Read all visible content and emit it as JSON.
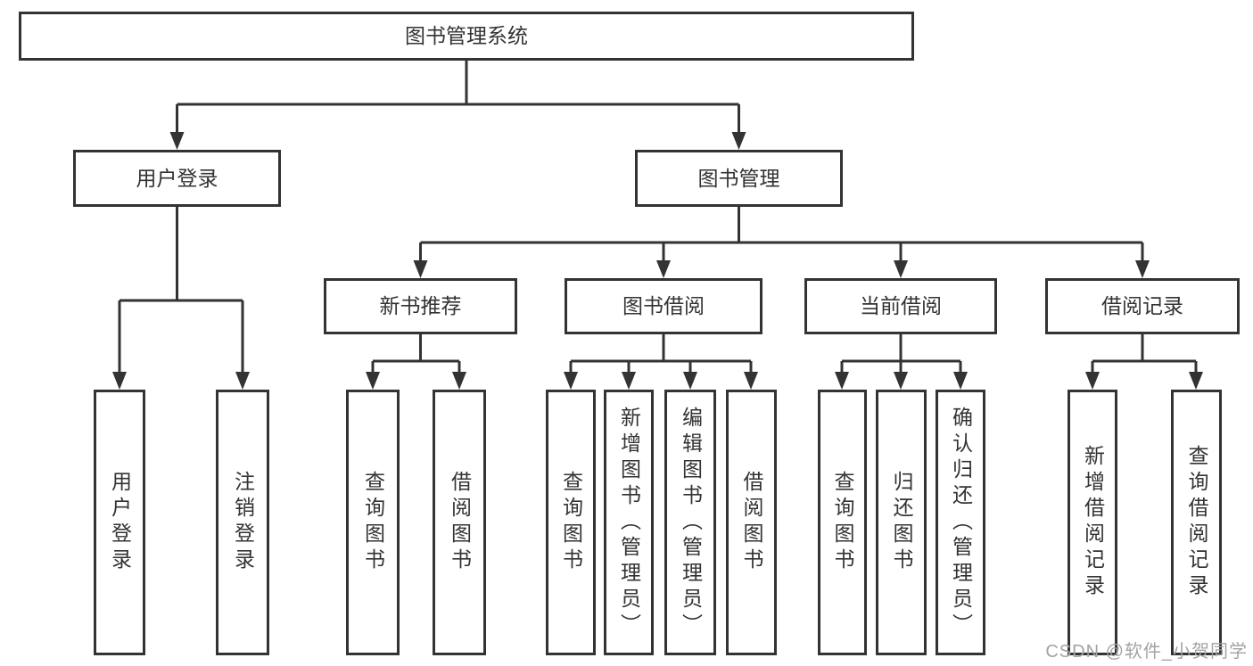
{
  "diagram": {
    "root": {
      "label": "图书管理系统"
    },
    "level2": [
      {
        "label": "用户登录",
        "children": [
          {
            "label": "用户登录"
          },
          {
            "label": "注销登录"
          }
        ]
      },
      {
        "label": "图书管理",
        "children": [
          {
            "label": "新书推荐",
            "children": [
              {
                "label": "查询图书"
              },
              {
                "label": "借阅图书"
              }
            ]
          },
          {
            "label": "图书借阅",
            "children": [
              {
                "label": "查询图书"
              },
              {
                "label": "新增图书（管理员）"
              },
              {
                "label": "编辑图书（管理员）"
              },
              {
                "label": "借阅图书"
              }
            ]
          },
          {
            "label": "当前借阅",
            "children": [
              {
                "label": "查询图书"
              },
              {
                "label": "归还图书"
              },
              {
                "label": "确认归还（管理员）"
              }
            ]
          },
          {
            "label": "借阅记录",
            "children": [
              {
                "label": "新增借阅记录"
              },
              {
                "label": "查询借阅记录"
              }
            ]
          }
        ]
      }
    ]
  },
  "watermark": {
    "text": "CSDN @软件_小贺同学"
  },
  "colors": {
    "line": "#333333",
    "text": "#333333",
    "box_bg": "#ffffff",
    "background": "#ffffff",
    "watermark": "#a3a3a3"
  }
}
